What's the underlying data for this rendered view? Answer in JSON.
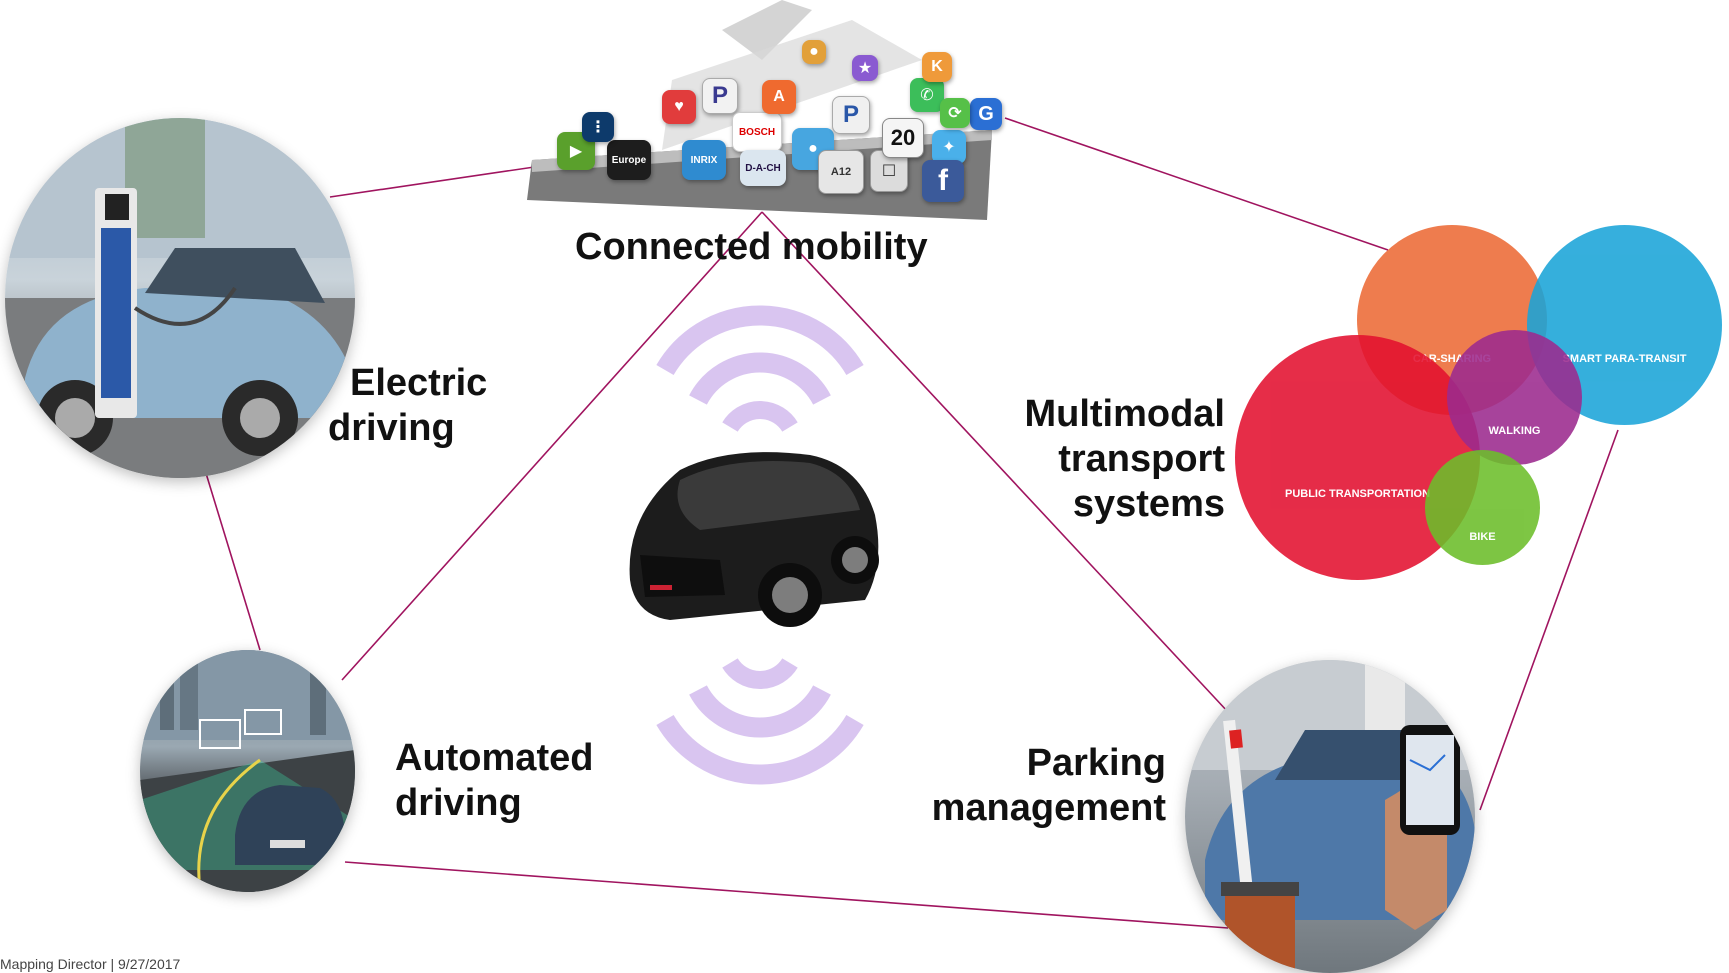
{
  "labels": {
    "connected": "Connected mobility",
    "electric": [
      "Electric",
      "driving"
    ],
    "multimodal": [
      "Multimodal",
      "transport",
      "systems"
    ],
    "automated": [
      "Automated",
      "driving"
    ],
    "parking": [
      "Parking",
      "management"
    ]
  },
  "multimodal_modes": {
    "car_sharing": "CAR-SHARING",
    "smart_para_transit": "SMART PARA-TRANSIT",
    "walking": "WALKING",
    "public_transportation": "PUBLIC TRANSPORTATION",
    "bike": "BIKE"
  },
  "app_icons": [
    "P",
    "P",
    "G",
    "f",
    "20",
    "INRIX",
    "D-A-CH",
    "BOSCH",
    "A12",
    "Europe"
  ],
  "footer": "Mapping Director | 9/27/2017",
  "colors": {
    "connector": "#a0145f",
    "signal": "#d9c5f0",
    "car_sharing": "#ec6a36",
    "smart_para_transit": "#1aa4d8",
    "walking": "#9c2a8e",
    "public_transportation": "#e2102f",
    "bike": "#6cbe2a"
  }
}
